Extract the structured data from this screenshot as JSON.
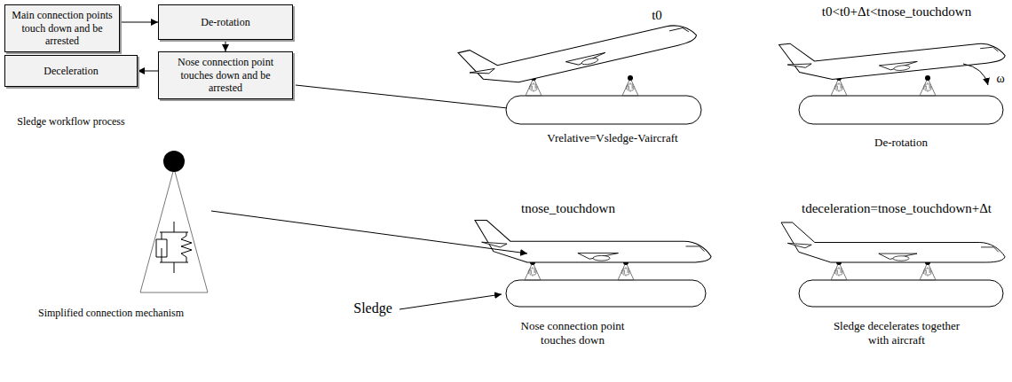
{
  "diagram": {
    "nodes": [
      {
        "text": [
          "Main connection points touch down and be arrested"
        ]
      },
      {
        "text": [
          "De-rotation"
        ]
      },
      {
        "text": [
          "Nose connection point touches down and be arrested"
        ]
      },
      {
        "text": [
          "Deceleration"
        ]
      }
    ],
    "edges": [
      {
        "from": 0,
        "to": 1,
        "arrow": "to"
      },
      {
        "from": 1,
        "to": 2,
        "arrow": "to"
      },
      {
        "from": 2,
        "to": 3,
        "arrow": "to"
      }
    ],
    "labels": [
      "Sledge workflow process",
      "t0",
      "t0<t0+Δt<tnose_touchdown",
      "ω",
      "Vrelative=Vsledge-Vaircraft",
      "De-rotation",
      "Simplified connection mechanism",
      "Sledge",
      "tnose_touchdown",
      "Nose connection point touches down",
      "tdeceleration=tnose_touchdown+Δt",
      "Sledge decelerates together with aircraft"
    ]
  }
}
